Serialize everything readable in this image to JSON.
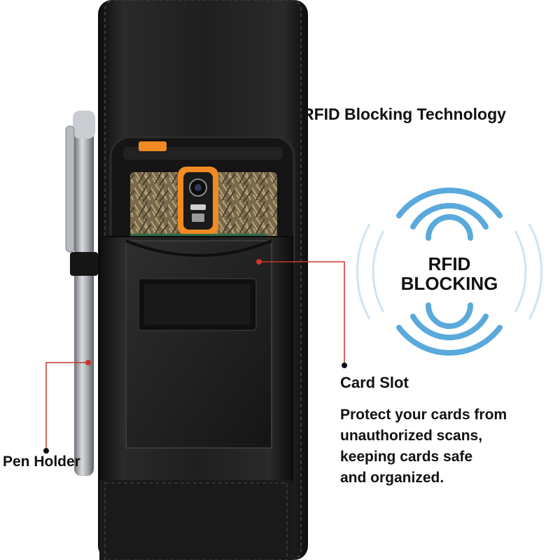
{
  "heading": "RFID Blocking Technology",
  "badge": {
    "line1": "RFID",
    "line2": "BLOCKING",
    "color": "#5aa9dc"
  },
  "callouts": {
    "card_slot": "Card Slot",
    "pen_holder": "Pen Holder",
    "line_color": "#c8362b"
  },
  "description": [
    "Protect your cards from",
    "unauthorized scans,",
    "keeping cards safe",
    "and organized."
  ],
  "product": {
    "holster_color": "#1c1c1c",
    "phone_accent": "#f08a24",
    "pen_color": "#9a9ea3"
  }
}
